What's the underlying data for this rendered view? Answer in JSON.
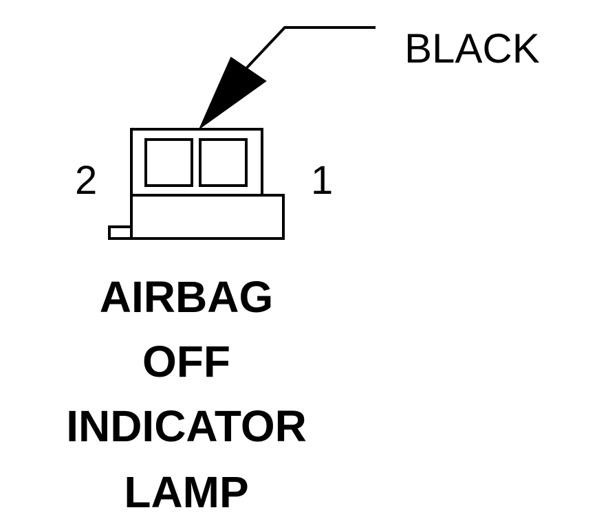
{
  "connector": {
    "color_label": "BLACK",
    "pin_left": "2",
    "pin_right": "1"
  },
  "title": {
    "lines": [
      "AIRBAG",
      "OFF",
      "INDICATOR",
      "LAMP"
    ]
  },
  "colors": {
    "line": "#000000",
    "background": "#ffffff"
  }
}
